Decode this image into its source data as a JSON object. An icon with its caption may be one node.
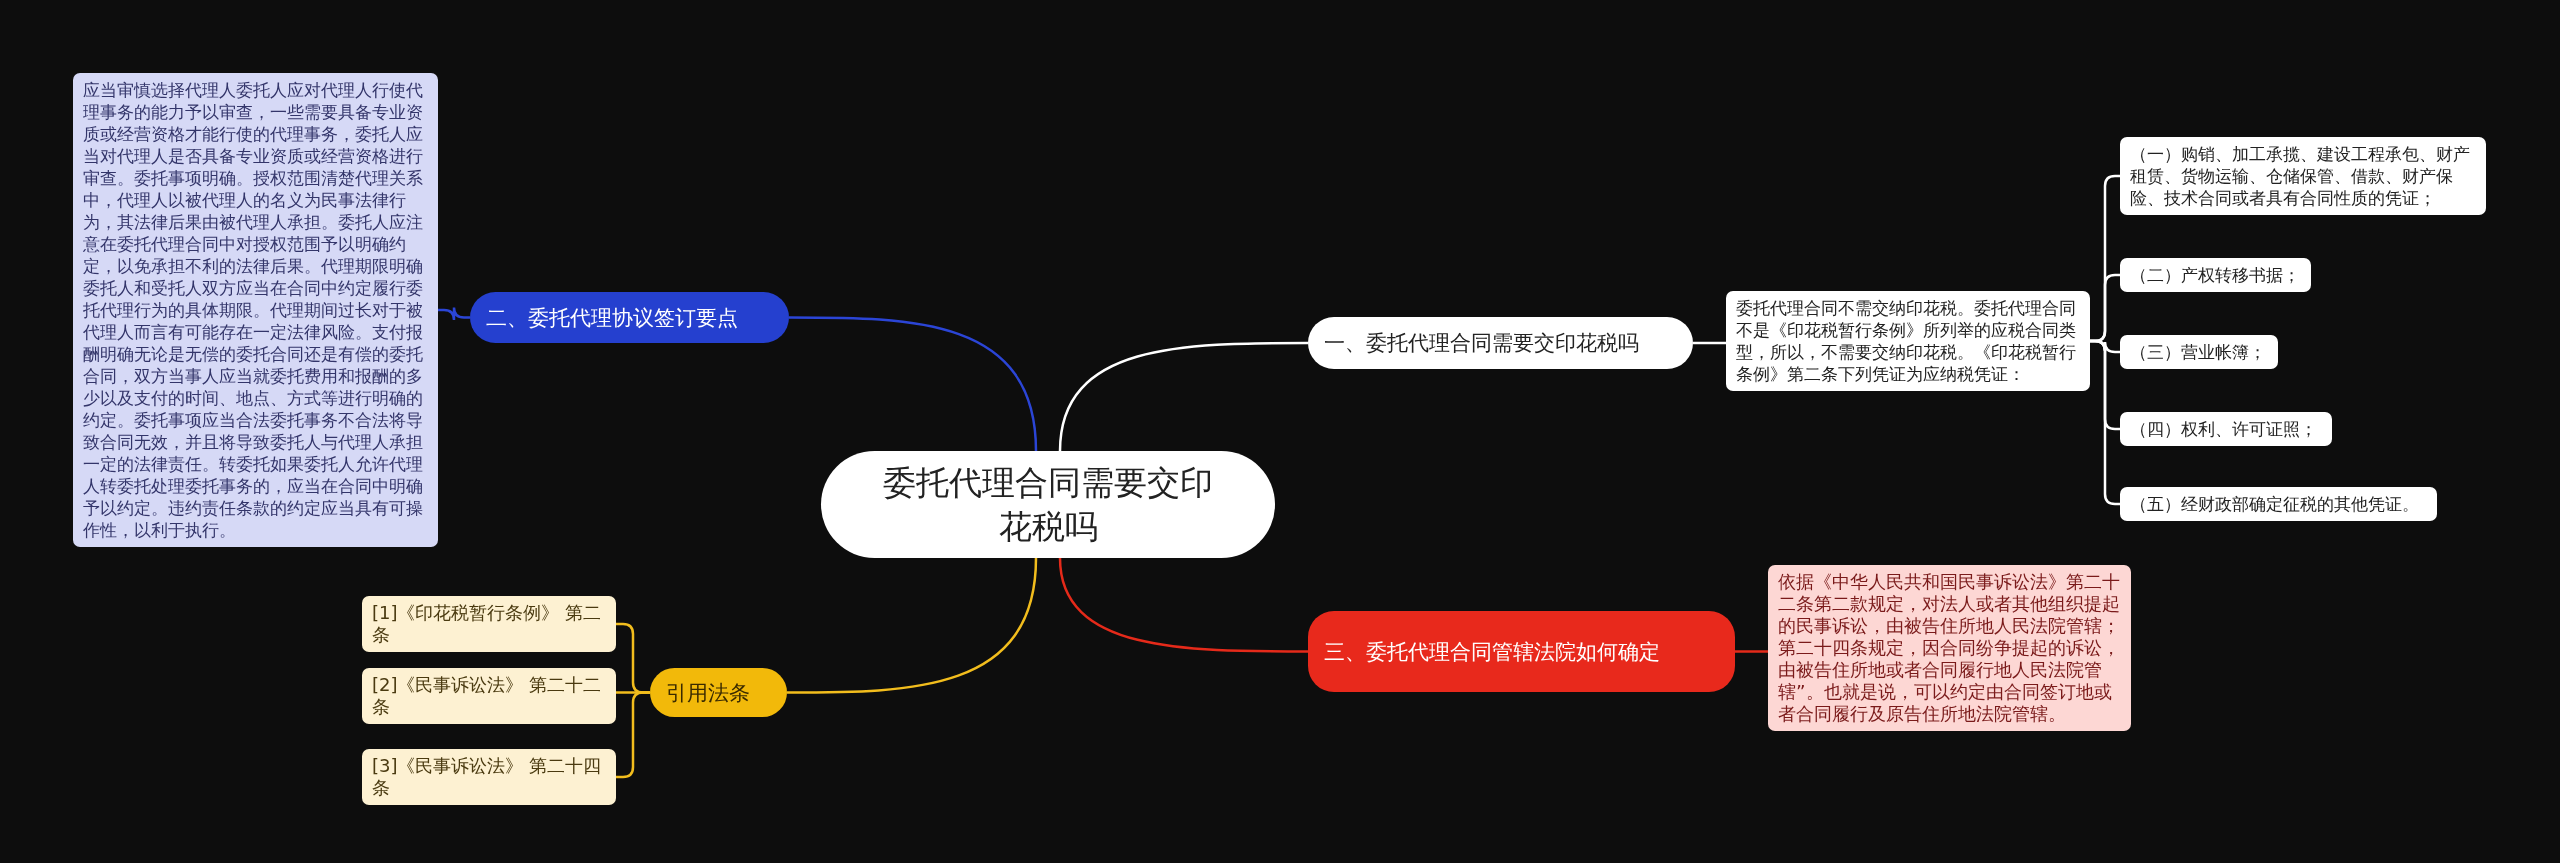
{
  "diagram": {
    "nodes": [
      {
        "text": [
          "委托代理合同需要交印花税吗"
        ]
      },
      {
        "text": [
          "一、委托代理合同需要交印花税吗"
        ]
      },
      {
        "text": [
          "委托代理合同不需交纳印花税。委托代理合同不是《印花税暂行条例》所列举的应税合同类型，所以，不需要交纳印花税。《印花税暂行条例》第二条下列凭证为应纳税凭证："
        ]
      },
      {
        "text": [
          "（一）购销、加工承揽、建设工程承包、财产租赁、货物运输、仓储保管、借款、财产保险、技术合同或者具有合同性质的凭证；"
        ]
      },
      {
        "text": [
          "（二）产权转移书据；"
        ]
      },
      {
        "text": [
          "（三）营业帐簿；"
        ]
      },
      {
        "text": [
          "（四）权利、许可证照；"
        ]
      },
      {
        "text": [
          "（五）经财政部确定征税的其他凭证。"
        ]
      },
      {
        "text": [
          "二、委托代理协议签订要点"
        ]
      },
      {
        "text": [
          "应当审慎选择代理人委托人应对代理人行使代理事务的能力予以审查，一些需要具备专业资质或经营资格才能行使的代理事务，委托人应当对代理人是否具备专业资质或经营资格进行审查。委托事项明确。授权范围清楚代理关系中，代理人以被代理人的名义为民事法律行为，其法律后果由被代理人承担。委托人应注意在委托代理合同中对授权范围予以明确约定，以免承担不利的法律后果。代理期限明确委托人和受托人双方应当在合同中约定履行委托代理行为的具体期限。代理期间过长对于被代理人而言有可能存在一定法律风险。支付报酬明确无论是无偿的委托合同还是有偿的委托合同，双方当事人应当就委托费用和报酬的多少以及支付的时间、地点、方式等进行明确的约定。委托事项应当合法委托事务不合法将导致合同无效，并且将导致委托人与代理人承担一定的法律责任。转委托如果委托人允许代理人转委托处理委托事务的，应当在合同中明确予以约定。违约责任条款的约定应当具有可操作性，以利于执行。"
        ]
      },
      {
        "text": [
          "三、委托代理合同管辖法院如何确定"
        ]
      },
      {
        "text": [
          "依据《中华人民共和国民事诉讼法》第二十二条第二款规定，对法人或者其他组织提起的民事诉讼，由被告住所地人民法院管辖；第二十四条规定，因合同纷争提起的诉讼，由被告住所地或者合同履行地人民法院管辖”。也就是说，可以约定由合同签订地或者合同履行及原告住所地法院管辖。"
        ]
      },
      {
        "text": [
          "引用法条"
        ]
      },
      {
        "text": [
          "[1]《印花税暂行条例》 第二条"
        ]
      },
      {
        "text": [
          "[2]《民事诉讼法》 第二十二条"
        ]
      },
      {
        "text": [
          "[3]《民事诉讼法》 第二十四条"
        ]
      }
    ],
    "edges": [
      {
        "from": 0,
        "to": 1,
        "arrow": "none"
      },
      {
        "from": 1,
        "to": 2,
        "arrow": "none"
      },
      {
        "from": 2,
        "to": 3,
        "arrow": "none"
      },
      {
        "from": 2,
        "to": 4,
        "arrow": "none"
      },
      {
        "from": 2,
        "to": 5,
        "arrow": "none"
      },
      {
        "from": 2,
        "to": 6,
        "arrow": "none"
      },
      {
        "from": 2,
        "to": 7,
        "arrow": "none"
      },
      {
        "from": 0,
        "to": 8,
        "arrow": "none",
        "color": "#2b45d6"
      },
      {
        "from": 8,
        "to": 9,
        "arrow": "none",
        "color": "#2b45d6"
      },
      {
        "from": 0,
        "to": 10,
        "arrow": "none",
        "color": "#e52a1a"
      },
      {
        "from": 10,
        "to": 11,
        "arrow": "none",
        "color": "#e52a1a"
      },
      {
        "from": 0,
        "to": 12,
        "arrow": "none",
        "color": "#f2bd1d"
      },
      {
        "from": 12,
        "to": 13,
        "arrow": "none",
        "color": "#f2bd1d"
      },
      {
        "from": 12,
        "to": 14,
        "arrow": "none",
        "color": "#f2bd1d"
      },
      {
        "from": 12,
        "to": 15,
        "arrow": "none",
        "color": "#f2bd1d"
      }
    ]
  }
}
